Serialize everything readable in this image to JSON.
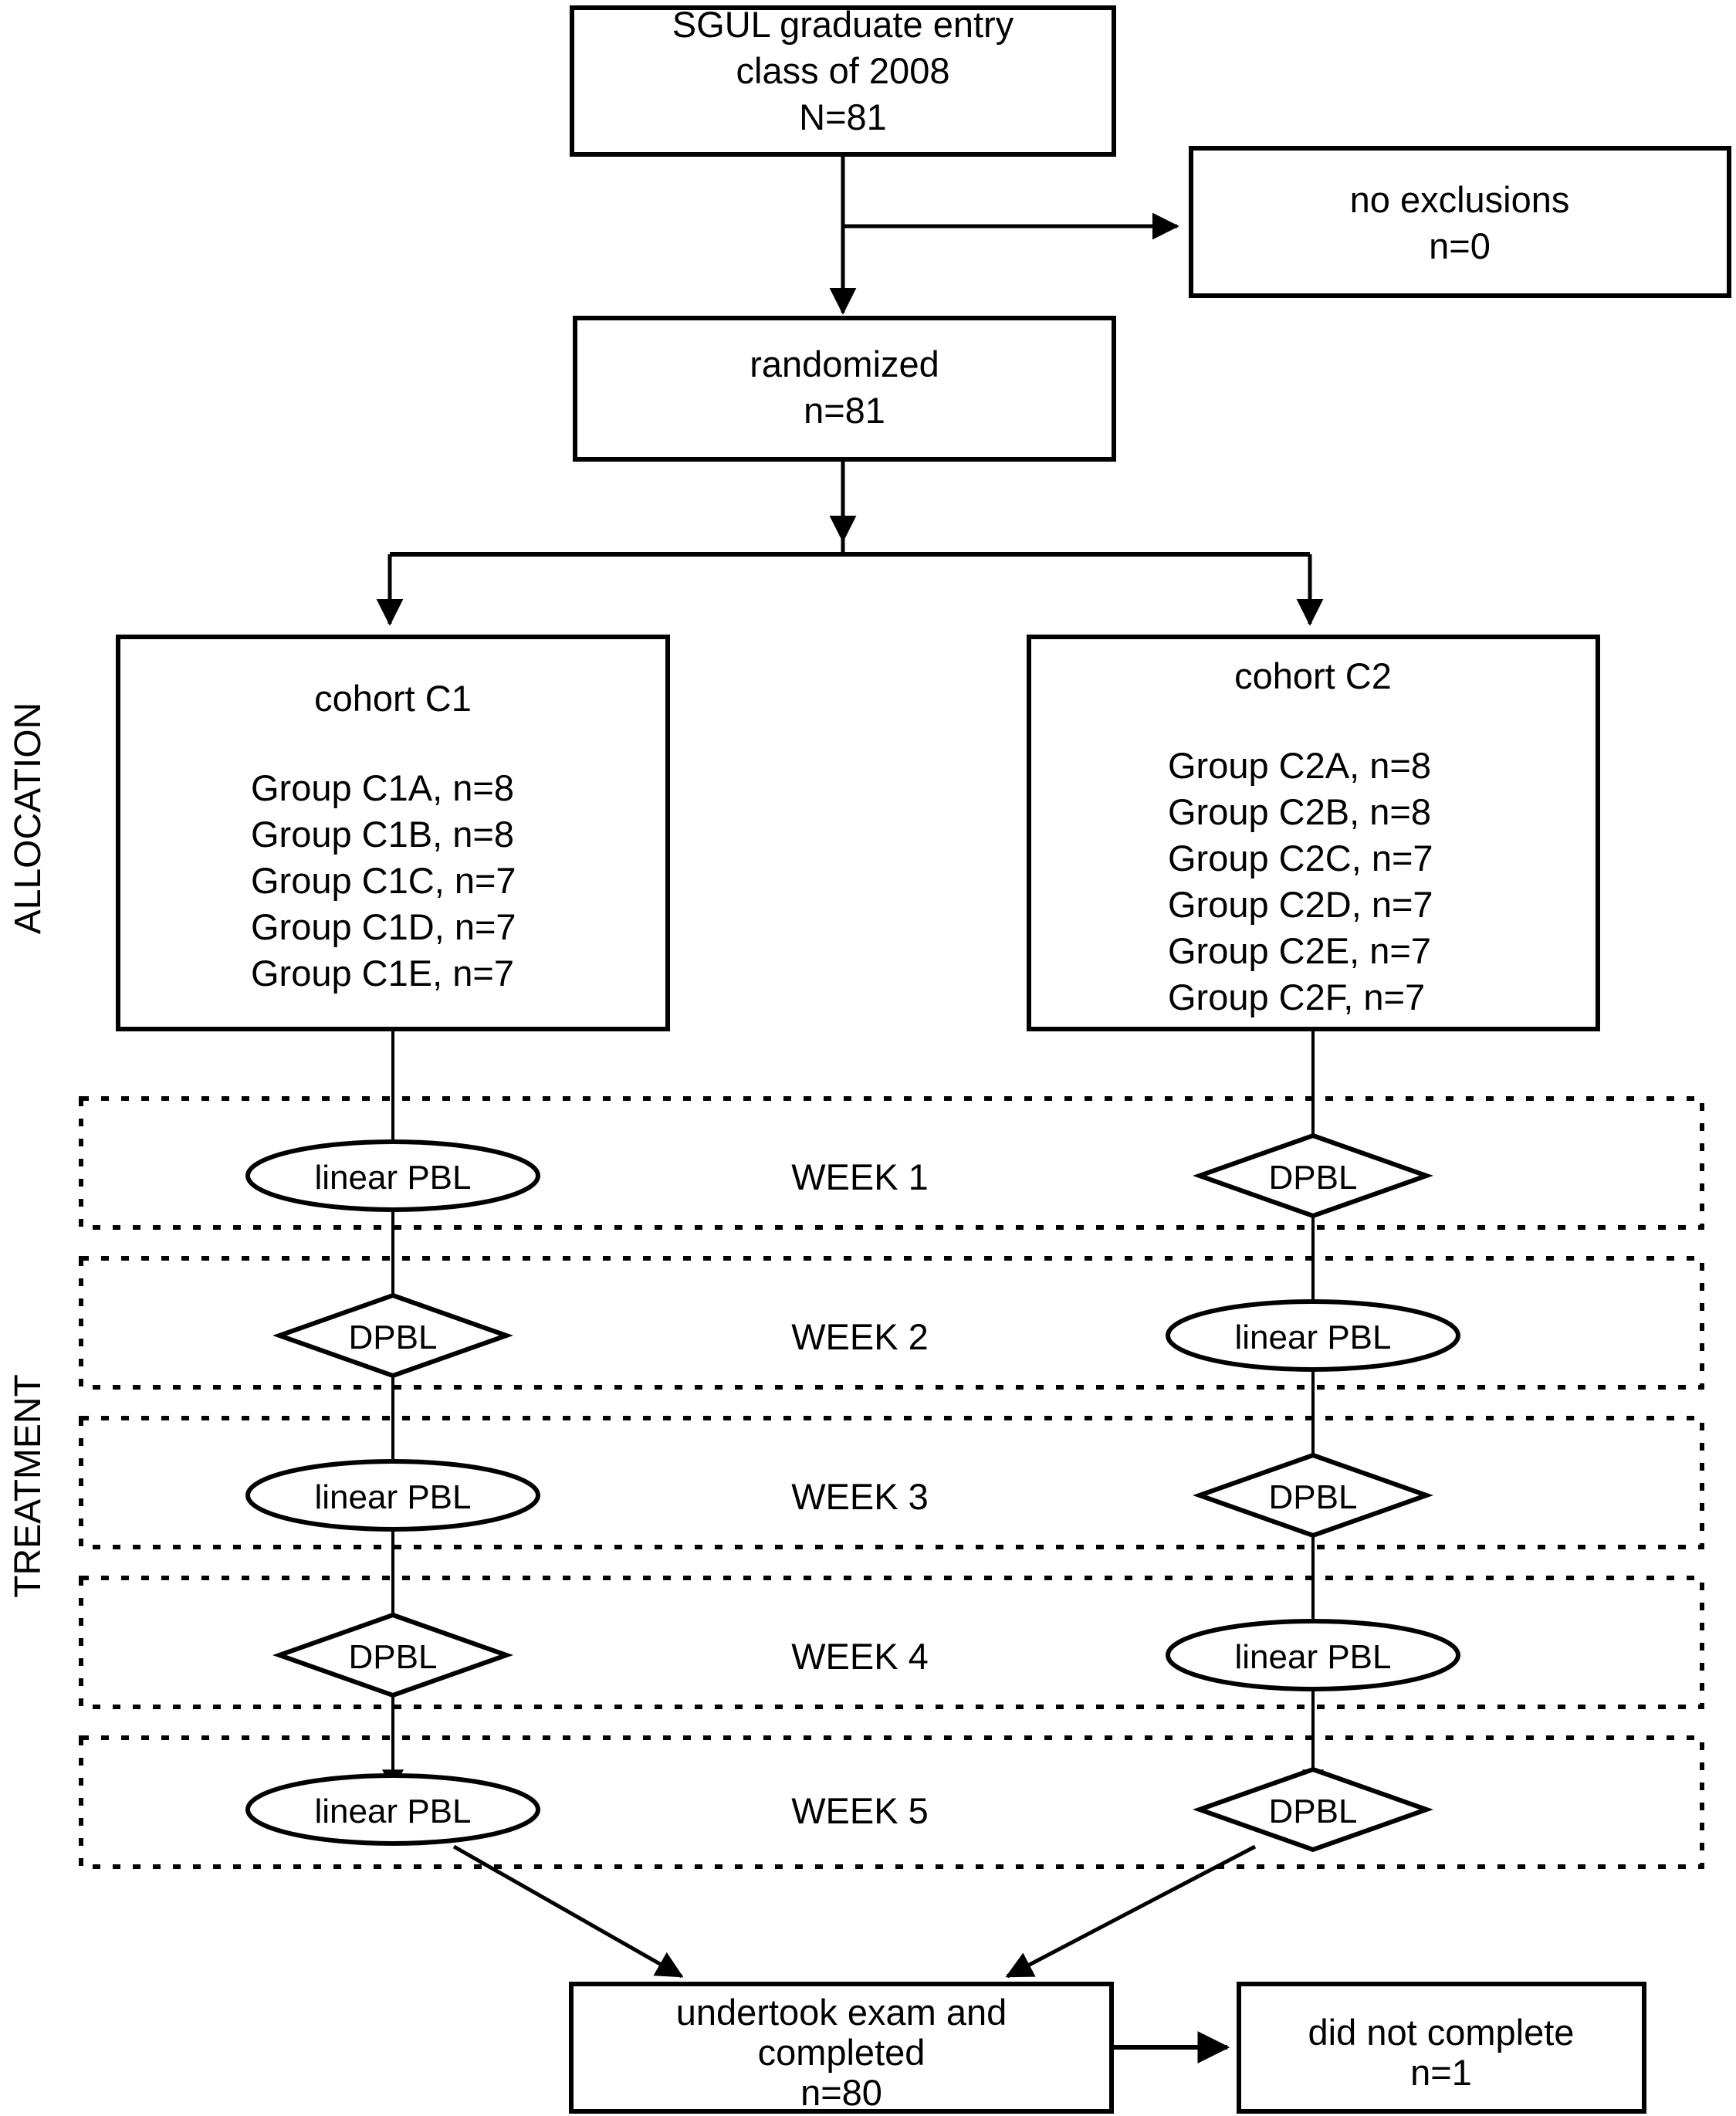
{
  "diagram": {
    "title": "CONSORT-style participant flow diagram",
    "stroke_color": "#000000",
    "background_color": "#ffffff",
    "phase_labels": [
      {
        "id": "allocation",
        "text": "ALLOCATION"
      },
      {
        "id": "treatment",
        "text": "TREATMENT"
      }
    ],
    "boxes": {
      "enrollment": {
        "lines": [
          "SGUL graduate entry",
          "class of 2008",
          "N=81"
        ]
      },
      "exclusions": {
        "lines": [
          "no exclusions",
          "n=0"
        ]
      },
      "randomized": {
        "lines": [
          "randomized",
          "n=81"
        ]
      },
      "cohort_c1": {
        "title": "cohort C1",
        "groups": [
          "Group C1A, n=8",
          "Group C1B, n=8",
          "Group C1C, n=7",
          "Group C1D, n=7",
          "Group C1E, n=7"
        ]
      },
      "cohort_c2": {
        "title": "cohort C2",
        "groups": [
          "Group C2A, n=8",
          "Group C2B, n=8",
          "Group C2C, n=7",
          "Group C2D, n=7",
          "Group C2E, n=7",
          "Group C2F, n=7"
        ]
      },
      "completed": {
        "lines": [
          "undertook exam and",
          "completed",
          "n=80"
        ]
      },
      "not_completed": {
        "lines": [
          "did not complete",
          "n=1"
        ]
      }
    },
    "weeks": [
      {
        "label": "WEEK 1",
        "c1": {
          "shape": "ellipse",
          "text": "linear PBL"
        },
        "c2": {
          "shape": "diamond",
          "text": "DPBL"
        }
      },
      {
        "label": "WEEK 2",
        "c1": {
          "shape": "diamond",
          "text": "DPBL"
        },
        "c2": {
          "shape": "ellipse",
          "text": "linear PBL"
        }
      },
      {
        "label": "WEEK 3",
        "c1": {
          "shape": "ellipse",
          "text": "linear PBL"
        },
        "c2": {
          "shape": "diamond",
          "text": "DPBL"
        }
      },
      {
        "label": "WEEK 4",
        "c1": {
          "shape": "diamond",
          "text": "DPBL"
        },
        "c2": {
          "shape": "ellipse",
          "text": "linear PBL"
        }
      },
      {
        "label": "WEEK 5",
        "c1": {
          "shape": "ellipse",
          "text": "linear PBL"
        },
        "c2": {
          "shape": "diamond",
          "text": "DPBL"
        }
      }
    ]
  }
}
